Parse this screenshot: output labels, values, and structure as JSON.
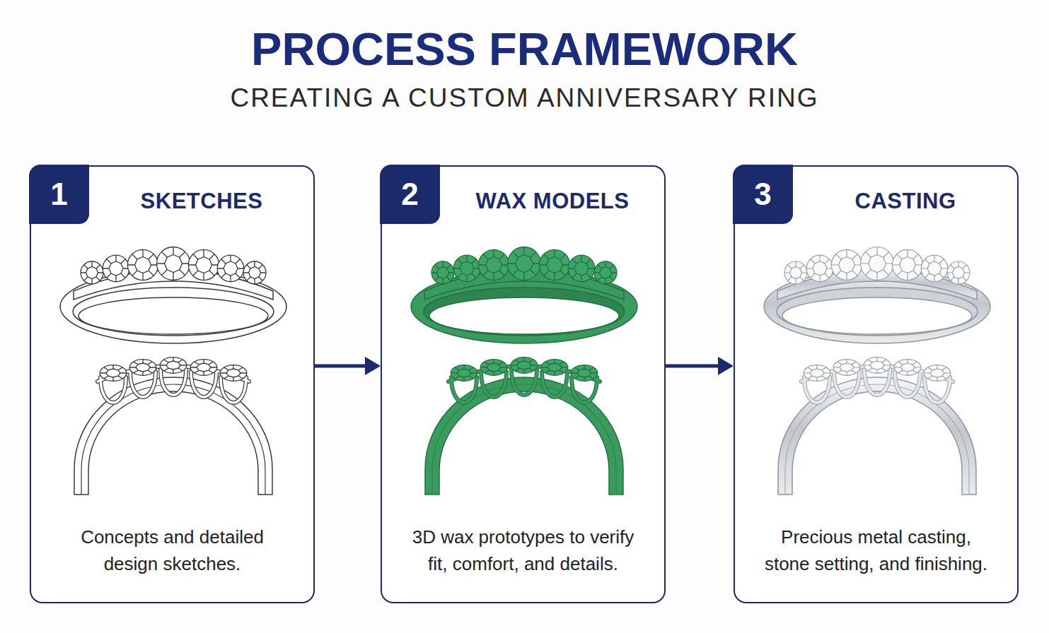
{
  "diagram": {
    "title": "PROCESS FRAMEWORK",
    "nodes": [
      {
        "text": [
          "SKETCHES",
          "Concepts and detailed design sketches."
        ]
      },
      {
        "text": [
          "1"
        ],
        "in": 0
      },
      {
        "text": [
          "WAX MODELS",
          "3D wax prototypes to verify fit, comfort, and details."
        ]
      },
      {
        "text": [
          "2"
        ],
        "in": 2
      },
      {
        "text": [
          "CASTING",
          "Precious metal casting, stone setting, and finishing."
        ]
      },
      {
        "text": [
          "3"
        ],
        "in": 4
      }
    ],
    "edges": [
      {
        "from": 0,
        "to": 2,
        "arrow": "to"
      },
      {
        "from": 2,
        "to": 4,
        "arrow": "to"
      }
    ],
    "labels": [
      "CREATING A CUSTOM ANNIVERSARY RING"
    ]
  }
}
